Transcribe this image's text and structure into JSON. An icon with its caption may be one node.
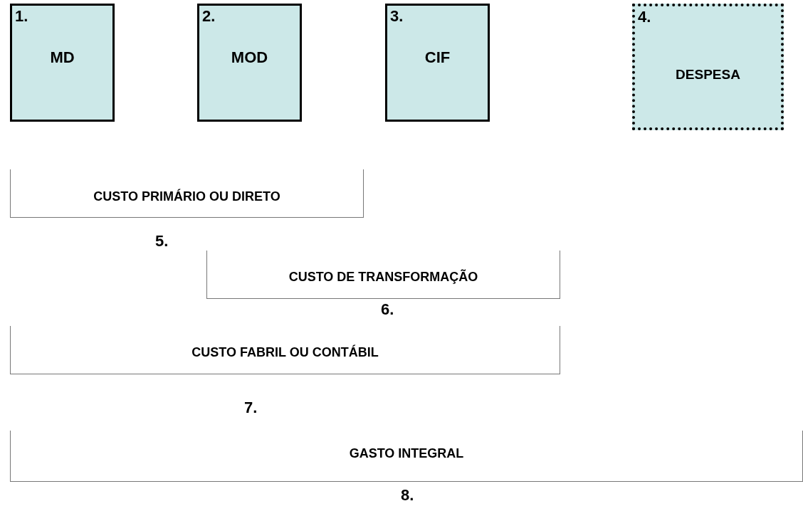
{
  "diagram": {
    "nodes": [
      {
        "text": [
          "1.",
          "MD"
        ]
      },
      {
        "text": [
          "2.",
          "MOD"
        ]
      },
      {
        "text": [
          "3.",
          "CIF"
        ]
      },
      {
        "text": [
          "4.",
          "DESPESA"
        ]
      },
      {
        "text": [
          "CUSTO PRIMÁRIO OU DIRETO"
        ],
        "beside": [
          "5."
        ]
      },
      {
        "text": [
          "CUSTO DE TRANSFORMAÇÃO"
        ],
        "beside": [
          "6."
        ]
      },
      {
        "text": [
          "CUSTO FABRIL OU CONTÁBIL"
        ],
        "beside": [
          "7."
        ]
      },
      {
        "text": [
          "GASTO INTEGRAL"
        ],
        "beside": [
          "8."
        ]
      }
    ],
    "edges": []
  }
}
